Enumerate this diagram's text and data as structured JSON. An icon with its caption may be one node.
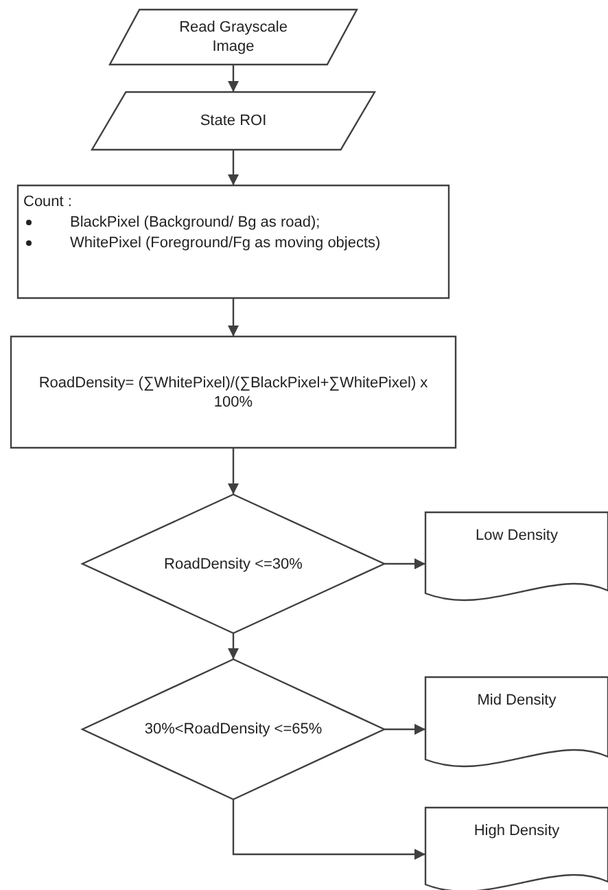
{
  "diagram": {
    "nodes": [
      {
        "text": [
          "Read Grayscale Image"
        ]
      },
      {
        "text": [
          "State ROI"
        ]
      },
      {
        "text": [
          "Count :",
          "BlackPixel (Background/ Bg as road);",
          "WhitePixel (Foreground/Fg as moving objects)"
        ]
      },
      {
        "text": [
          "RoadDensity= (∑WhitePixel)/(∑BlackPixel+∑WhitePixel) x 100%"
        ]
      },
      {
        "text": [
          "RoadDensity <=30%"
        ]
      },
      {
        "text": [
          "30%<RoadDensity <=65%"
        ]
      },
      {
        "text": [
          "Low Density"
        ]
      },
      {
        "text": [
          "Mid Density"
        ]
      },
      {
        "text": [
          "High Density"
        ]
      }
    ],
    "edges": [
      {
        "from": 0,
        "to": 1,
        "arrow": "to"
      },
      {
        "from": 1,
        "to": 2,
        "arrow": "to"
      },
      {
        "from": 2,
        "to": 3,
        "arrow": "to"
      },
      {
        "from": 3,
        "to": 4,
        "arrow": "to"
      },
      {
        "from": 4,
        "to": 5,
        "arrow": "to"
      },
      {
        "from": 4,
        "to": 6,
        "arrow": "to"
      },
      {
        "from": 5,
        "to": 7,
        "arrow": "to"
      },
      {
        "from": 5,
        "to": 8,
        "arrow": "to"
      }
    ]
  }
}
